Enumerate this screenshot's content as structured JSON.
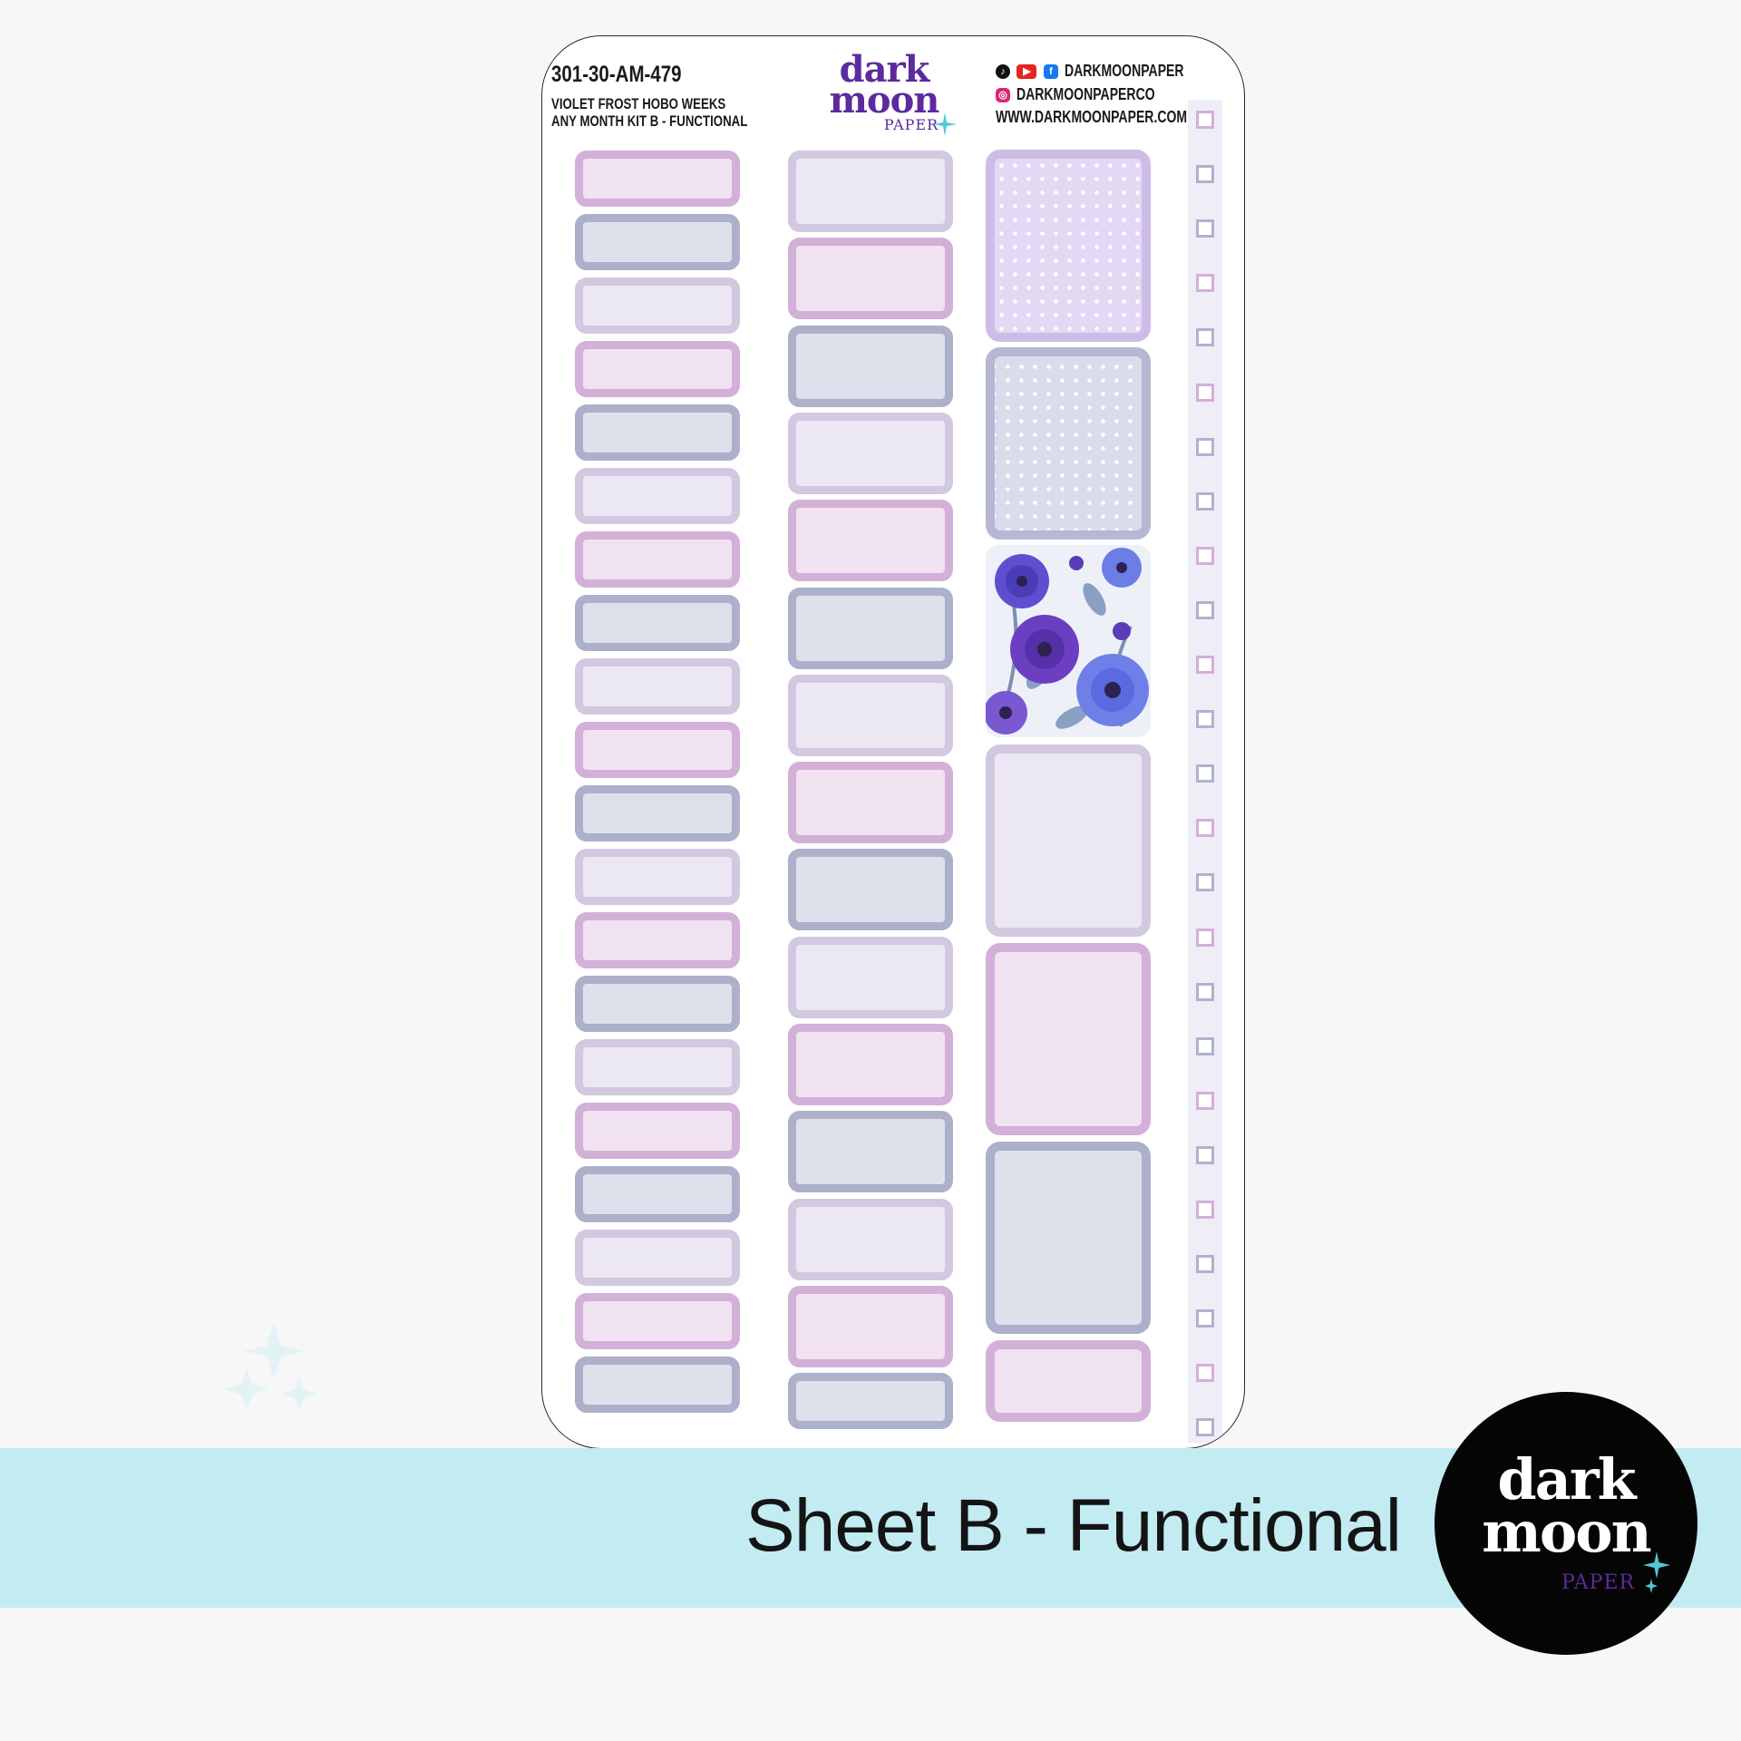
{
  "sheet": {
    "code": "301-30-AM-479",
    "line1": "VIOLET FROST HOBO WEEKS",
    "line2": "ANY MONTH KIT B - FUNCTIONAL",
    "logo": {
      "word1": "dark",
      "word2": "moon",
      "word3": "PAPER"
    },
    "social": {
      "handle1": "DARKMOONPAPER",
      "handle2": "DARKMOONPAPERCO",
      "website": "WWW.DARKMOONPAPER.COM"
    }
  },
  "icons": {
    "tiktok": "tiktok-icon",
    "youtube": "youtube-icon",
    "facebook": "facebook-icon",
    "instagram": "instagram-icon",
    "sparkle": "sparkle-icon"
  },
  "banner": {
    "title": "Sheet B - Functional"
  },
  "badge": {
    "word1": "dark",
    "word2": "moon",
    "word3": "PAPER"
  },
  "colors": {
    "banner_bg": "#c2ebf2",
    "badge_bg": "#050505",
    "brand_purple": "#5b2a9e",
    "sparkle_teal": "#4fc7d8",
    "sticker_pink": "#d3b0d8",
    "sticker_blue": "#acb0ca",
    "sticker_lavender": "#d2c8e0"
  },
  "stickers": {
    "column1_sequence": [
      "pink",
      "blue",
      "lav",
      "pink",
      "blue",
      "lav",
      "pink",
      "blue",
      "lav",
      "pink",
      "blue",
      "lav",
      "pink",
      "blue",
      "lav",
      "pink",
      "blue",
      "lav",
      "pink",
      "blue"
    ],
    "column2_sequence": [
      "lav",
      "pink",
      "blue",
      "lav",
      "pink",
      "blue",
      "lav",
      "pink",
      "blue",
      "lav",
      "pink",
      "blue",
      "lav",
      "pink",
      "blue"
    ],
    "column3_sequence": [
      "dot-lavender",
      "dot-blue",
      "floral",
      "lav",
      "pink",
      "blue",
      "pink"
    ]
  },
  "checkbox_strip": {
    "sequence": [
      "pk",
      "bl",
      "bl",
      "pk",
      "bl",
      "pk",
      "bl",
      "bl",
      "pk",
      "bl",
      "pk",
      "bl",
      "bl",
      "pk",
      "bl",
      "pk",
      "bl",
      "bl",
      "pk",
      "bl",
      "pk",
      "bl",
      "bl",
      "pk",
      "bl"
    ]
  }
}
